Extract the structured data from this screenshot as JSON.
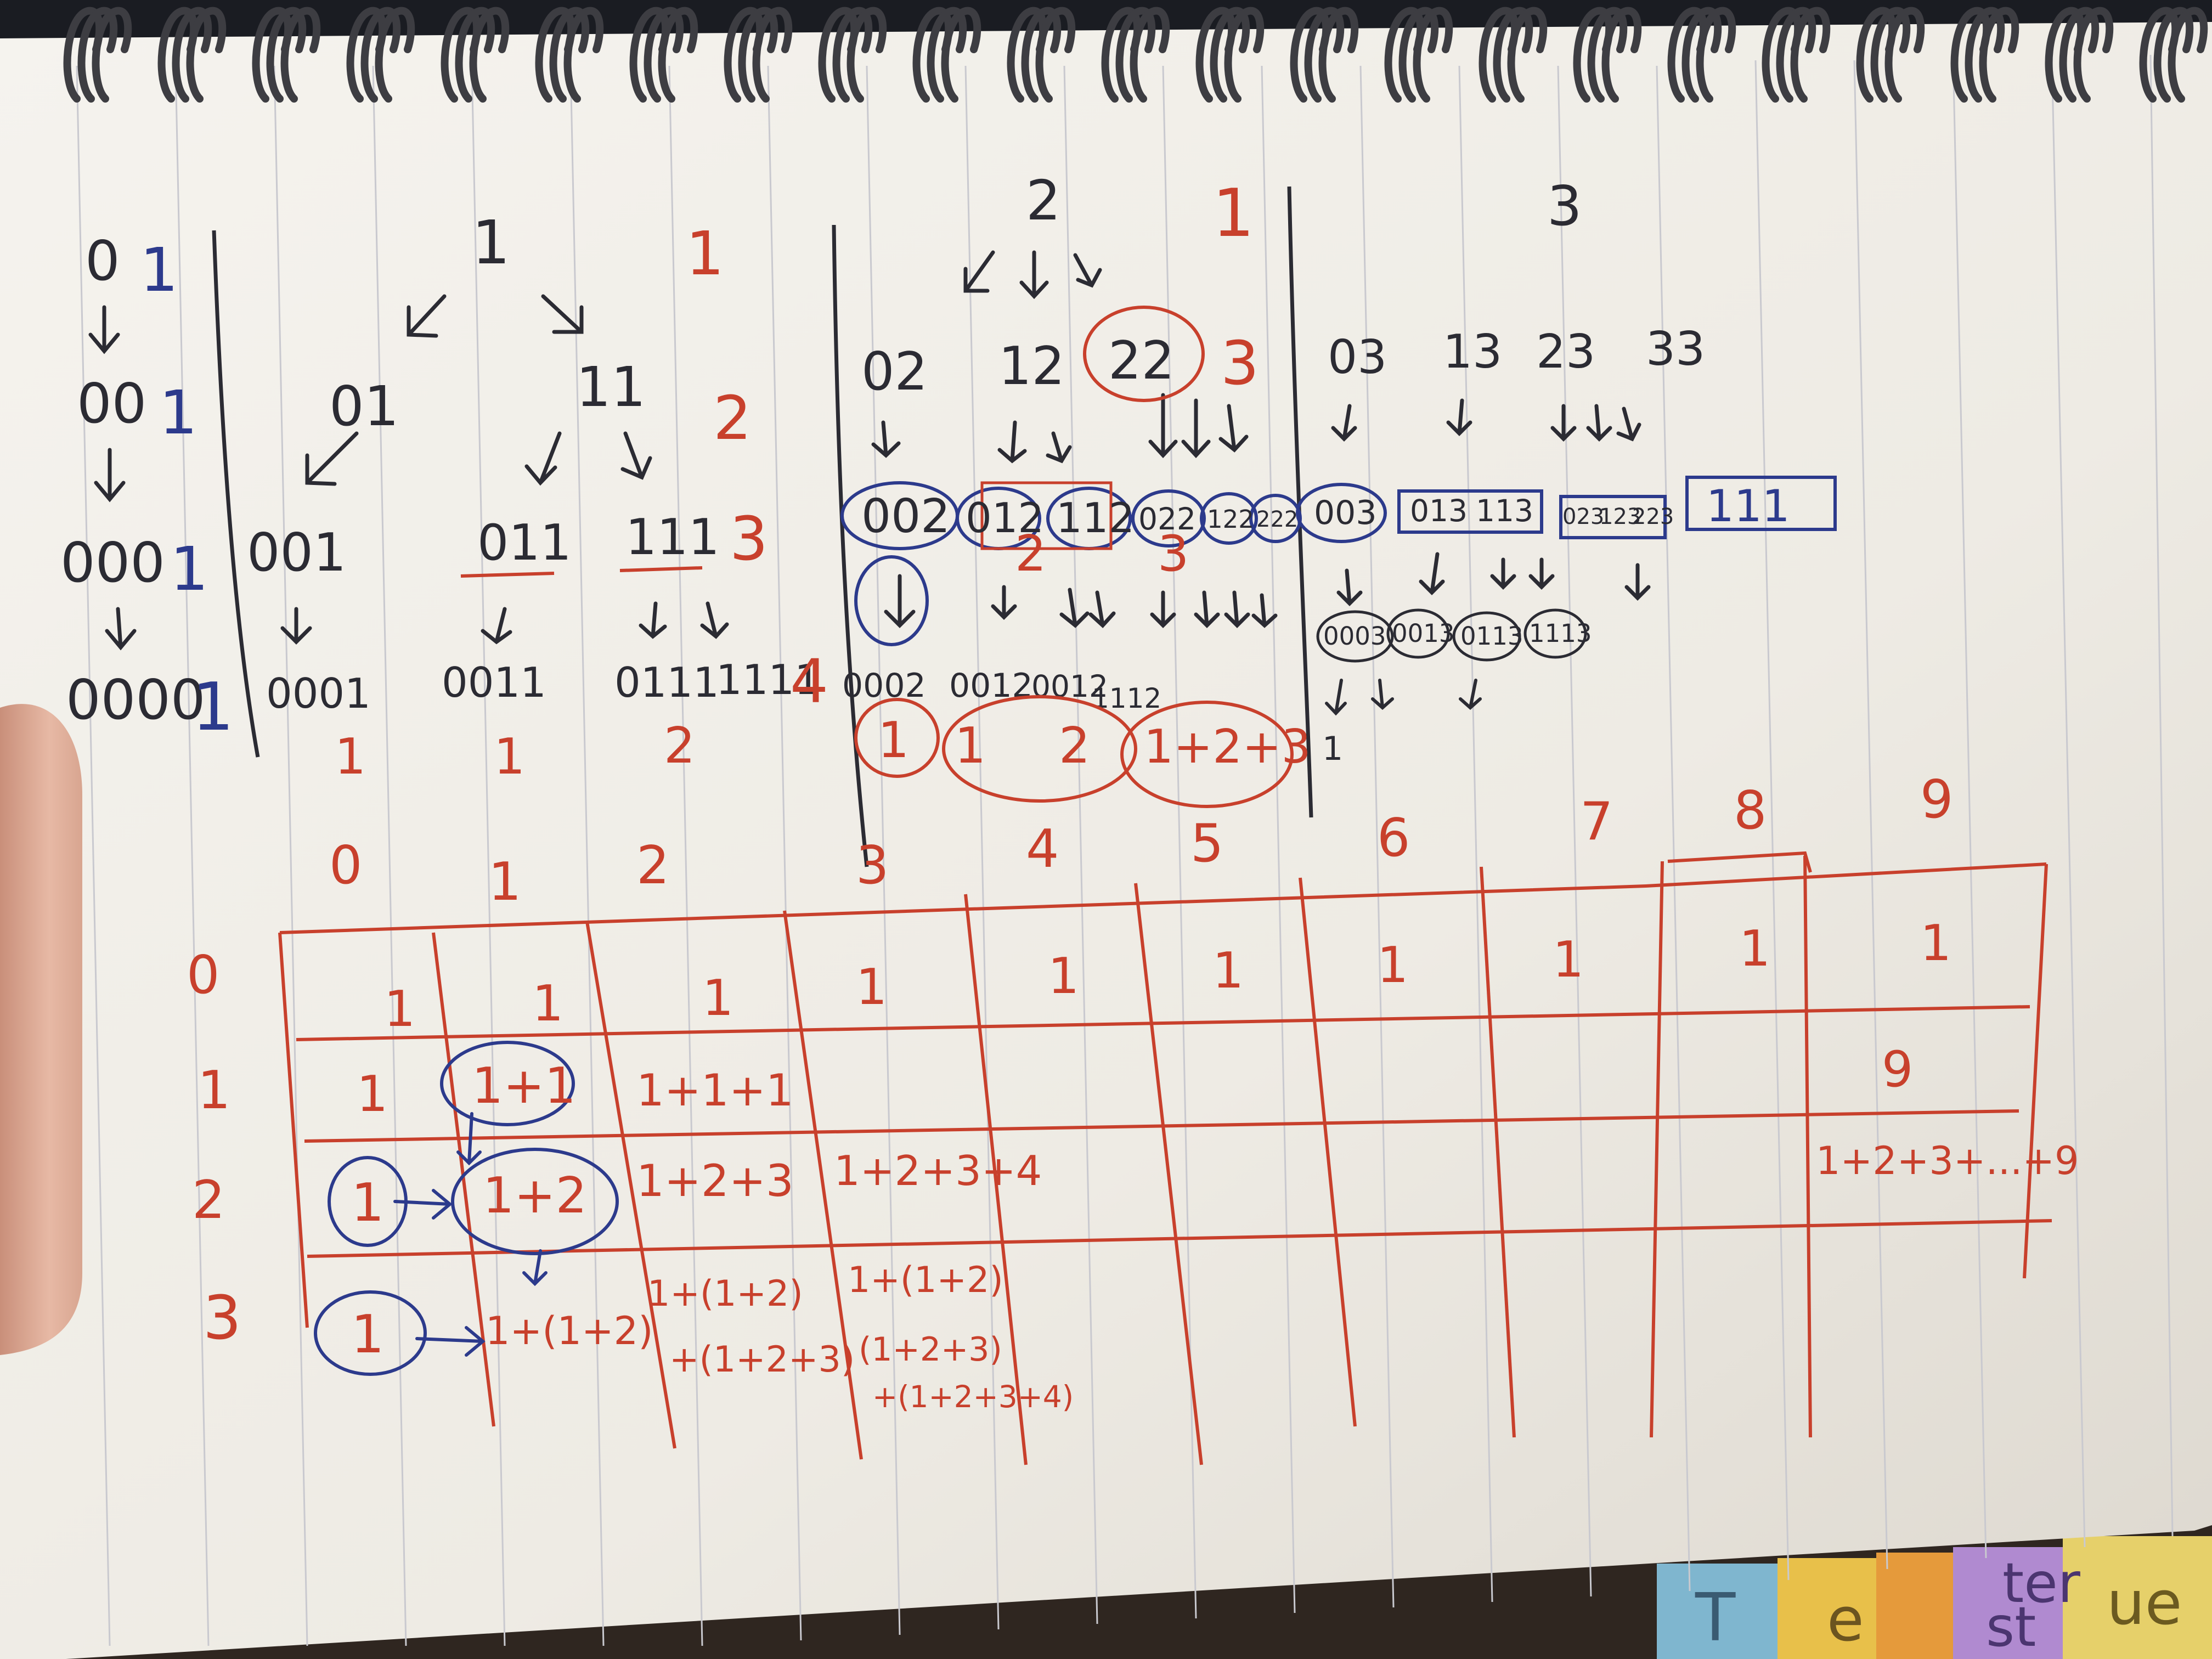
{
  "colors": {
    "paper": "#f1efe9",
    "rule_line": "#c9c9cf",
    "ink_black": "#2b2b33",
    "ink_blue": "#2c3a8c",
    "ink_red": "#c8402c",
    "desk": "#3a2d24",
    "spiral": "#3d3d42",
    "skin": "#e6b7a3"
  },
  "section_one": {
    "stack": [
      {
        "black": "0",
        "blue": "1"
      },
      {
        "black": "00",
        "blue": "1"
      },
      {
        "black": "000",
        "blue": "1"
      },
      {
        "black": "0000",
        "blue": "1"
      }
    ],
    "top_black": "1",
    "top_red": "1",
    "level1": [
      "01",
      "11"
    ],
    "level1_red": "2",
    "level2": [
      "001",
      "011",
      "111"
    ],
    "level2_red": "3",
    "level3": [
      "0001",
      "0011",
      "0111",
      "1111"
    ],
    "level3_red": "4",
    "counts_red": [
      "1",
      "1",
      "2"
    ]
  },
  "section_two": {
    "top_black": "2",
    "top_red": "1",
    "level1": [
      "02",
      "12",
      "22"
    ],
    "level1_red": "3",
    "level2": [
      "002",
      "012",
      "112",
      "022",
      "122",
      "222"
    ],
    "level2_red": [
      "2",
      "3"
    ],
    "level3": [
      "0002",
      "0012",
      "0012",
      "1112"
    ],
    "counts_red": [
      "1",
      "1",
      "2",
      "1+2+3"
    ]
  },
  "section_three": {
    "top_black": "3",
    "level1": [
      "03",
      "13",
      "23",
      "33"
    ],
    "level2": [
      "003",
      "013",
      "113",
      "023",
      "123",
      "223",
      "111"
    ],
    "level3": [
      "0003",
      "0013",
      "0113",
      "1113"
    ],
    "level4": "1"
  },
  "table": {
    "column_headers": [
      "0",
      "1",
      "2",
      "3",
      "4",
      "5",
      "6",
      "7",
      "8",
      "9"
    ],
    "row_headers": [
      "0",
      "1",
      "2",
      "3"
    ],
    "row0": [
      "1",
      "1",
      "1",
      "1",
      "1",
      "1",
      "1",
      "1",
      "1",
      "1"
    ],
    "row1": [
      "1",
      "1+1",
      "1+1+1",
      "9"
    ],
    "row2": [
      "1",
      "1+2",
      "1+2+3",
      "1+2+3+4",
      "1+2+3+...+9"
    ],
    "row3": [
      "1",
      "1+(1+2)",
      "1+(1+2)",
      "+(1+2+3)",
      "1+(1+2)",
      "(1+2+3)",
      "+(1+2+3+4)"
    ]
  },
  "tabs": [
    "T",
    "e",
    "ter",
    "st",
    "ue"
  ]
}
